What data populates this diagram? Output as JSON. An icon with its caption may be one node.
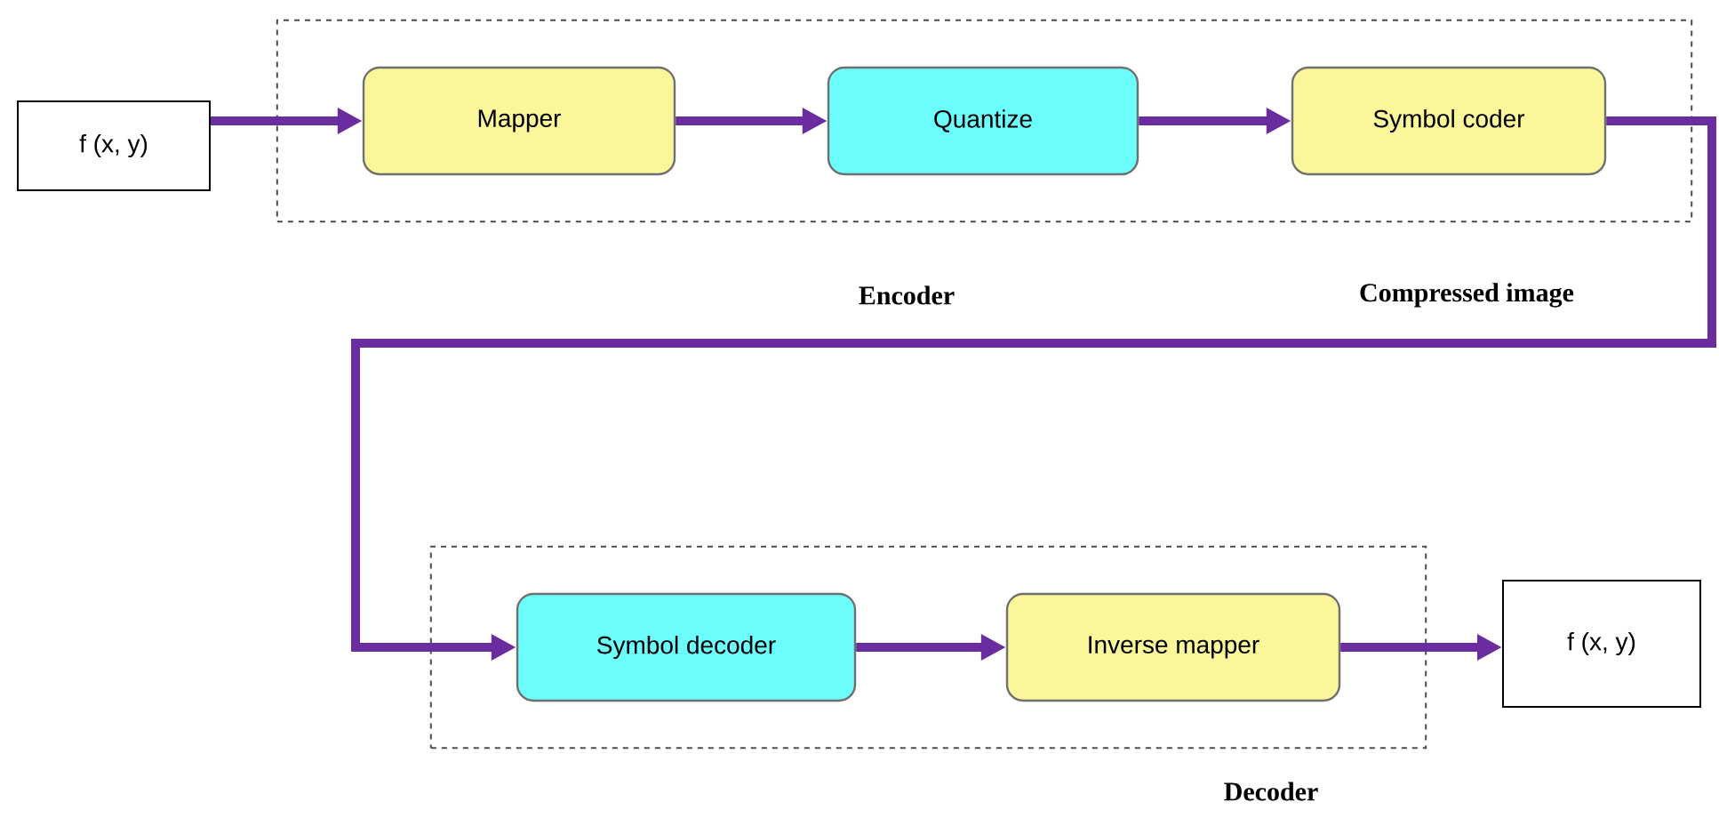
{
  "diagram": {
    "nodes": [
      {
        "text": [
          "f (x, y)"
        ]
      },
      {
        "text": [
          "Encoder"
        ]
      },
      {
        "text": [
          "Mapper"
        ],
        "in": 1
      },
      {
        "text": [
          "Quantize"
        ],
        "in": 1
      },
      {
        "text": [
          "Symbol coder"
        ],
        "in": 1
      },
      {
        "text": [
          "Decoder"
        ]
      },
      {
        "text": [
          "Symbol decoder"
        ],
        "in": 5
      },
      {
        "text": [
          "Inverse mapper"
        ],
        "in": 5
      },
      {
        "text": [
          "f (x, y)"
        ]
      }
    ],
    "edges": [
      {
        "from": 0,
        "to": 2,
        "arrow": "to"
      },
      {
        "from": 2,
        "to": 3,
        "arrow": "to"
      },
      {
        "from": 3,
        "to": 4,
        "arrow": "to"
      },
      {
        "from": 4,
        "to": 6,
        "arrow": "to",
        "label": "Compressed image"
      },
      {
        "from": 6,
        "to": 7,
        "arrow": "to"
      },
      {
        "from": 7,
        "to": 8,
        "arrow": "to"
      }
    ]
  }
}
